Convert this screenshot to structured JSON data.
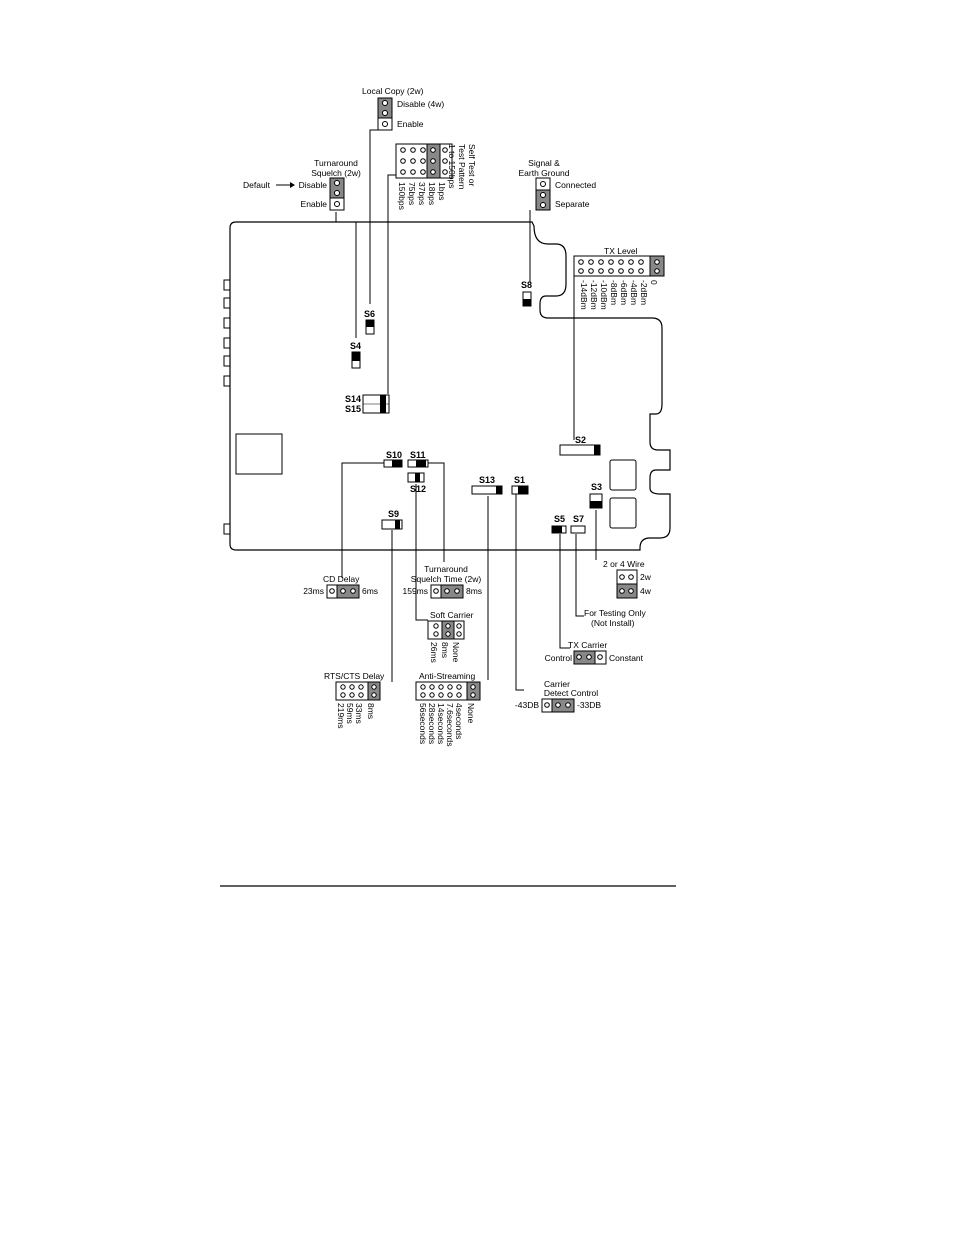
{
  "settings": {
    "local_copy": {
      "title": "Local Copy (2w)",
      "disable": "Disable (4w)",
      "enable": "Enable"
    },
    "turnaround_squelch": {
      "title_1": "Turnaround",
      "title_2": "Squelch (2w)",
      "default": "Default",
      "disable": "Disable",
      "enable": "Enable"
    },
    "self_test": {
      "title_1": "Self Test or",
      "title_2": "Test Pattern",
      "title_3": "1 to 150bps",
      "rates": [
        "1bps",
        "18bps",
        "37bps",
        "75bps",
        "150bps"
      ]
    },
    "signal_ground": {
      "title_1": "Signal &",
      "title_2": "Earth Ground",
      "connected": "Connected",
      "separate": "Separate"
    },
    "tx_level": {
      "title": "TX Level",
      "levels": [
        "0",
        "-2dBm",
        "-4dBm",
        "-6dBm",
        "-8dBm",
        "-10dBm",
        "-12dBm",
        "-14dBm"
      ]
    },
    "cd_delay": {
      "title": "CD Delay",
      "left": "23ms",
      "right": "6ms"
    },
    "turnaround_squelch_time": {
      "title_1": "Turnaround",
      "title_2": "Squelch Time (2w)",
      "left": "159ms",
      "right": "8ms"
    },
    "soft_carrier": {
      "title": "Soft Carrier",
      "options": [
        "None",
        "8ms",
        "26ms"
      ]
    },
    "rts_cts_delay": {
      "title": "RTS/CTS Delay",
      "options": [
        "8ms",
        "33ms",
        "59ms",
        "219ms"
      ]
    },
    "anti_streaming": {
      "title": "Anti-Streaming",
      "options": [
        "None",
        "4seconds",
        "7.6seconds",
        "14seconds",
        "28seconds",
        "56seconds"
      ]
    },
    "carrier_detect": {
      "title_1": "Carrier",
      "title_2": "Detect Control",
      "left": "-43DB",
      "right": "-33DB"
    },
    "tx_carrier": {
      "title": "TX Carrier",
      "left": "Control",
      "right": "Constant"
    },
    "testing_only": {
      "line_1": "For Testing Only",
      "line_2": "(Not Install)"
    },
    "wire_mode": {
      "title": "2 or 4 Wire",
      "two": "2w",
      "four": "4w"
    }
  },
  "switches": {
    "s1": "S1",
    "s2": "S2",
    "s3": "S3",
    "s4": "S4",
    "s5": "S5",
    "s6": "S6",
    "s7": "S7",
    "s8": "S8",
    "s9": "S9",
    "s10": "S10",
    "s11": "S11",
    "s12": "S12",
    "s13": "S13",
    "s14": "S14",
    "s15": "S15"
  }
}
